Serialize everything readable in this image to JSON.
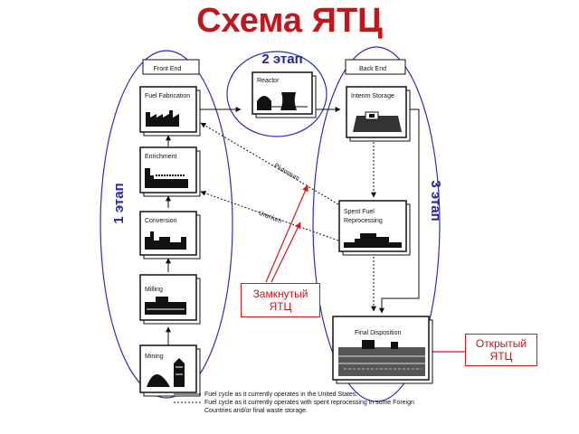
{
  "title": "Схема ЯТЦ",
  "stages": {
    "stage1": "1 этап",
    "stage2": "2 этап",
    "stage3": "3 этап"
  },
  "sections": {
    "front_end": "Front End",
    "back_end": "Back End"
  },
  "facilities": {
    "fuel_fabrication": "Fuel Fabrication",
    "enrichment": "Enrichment",
    "conversion": "Conversion",
    "milling": "Milling",
    "mining": "Mining",
    "reactor": "Reactor",
    "interim_storage": "Interim Storage",
    "spent_fuel_reprocessing_line1": "Spent Fuel",
    "spent_fuel_reprocessing_line2": "Reprocessing",
    "final_disposition": "Final Disposition"
  },
  "flows": {
    "plutonium": "Plutonium",
    "uranium": "Uranium"
  },
  "callouts": {
    "closed_line1": "Замкнутый",
    "closed_line2": "ЯТЦ",
    "open_line1": "Открытый",
    "open_line2": "ЯТЦ"
  },
  "legend": {
    "line1": "Fuel cycle as it currently operates in the United States.",
    "line2": "Fuel cycle as it currently operates with spent reprocessing in some Foreign",
    "line3": "Countries and/or final waste storage."
  },
  "colors": {
    "title": "#c0171d",
    "ellipse": "#2d2db8",
    "stage_label": "#2323a8",
    "callout": "#d01a20"
  }
}
